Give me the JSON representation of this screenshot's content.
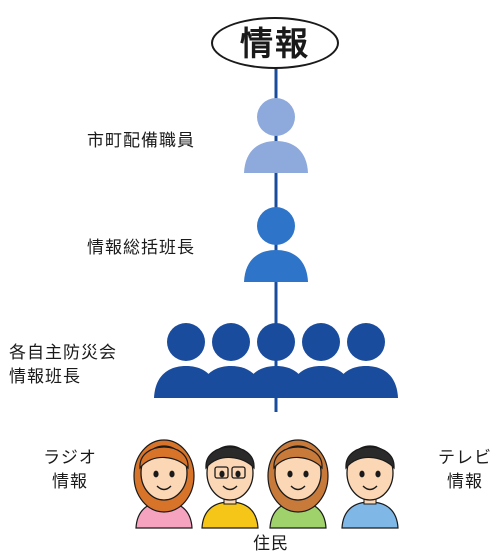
{
  "title": "情報",
  "levels": [
    {
      "label": "市町配備職員",
      "color": "#8ea9db",
      "count": 1
    },
    {
      "label": "情報総括班長",
      "color": "#2e74c8",
      "count": 1
    },
    {
      "label_lines": [
        "各自主防災会",
        "情報班長"
      ],
      "color": "#1a4c9e",
      "count": 5
    }
  ],
  "residents": {
    "label": "住民",
    "people": [
      {
        "shirt": "#f6a3c0",
        "hair": "#d8742a"
      },
      {
        "shirt": "#f5c518",
        "hair": "#2a2a2a",
        "glasses": true
      },
      {
        "shirt": "#9fd26a",
        "hair": "#c87a3a"
      },
      {
        "shirt": "#7fb8e6",
        "hair": "#2a2a2a"
      }
    ]
  },
  "sources": [
    {
      "lines": [
        "ラジオ",
        "情報"
      ]
    },
    {
      "lines": [
        "テレビ",
        "情報"
      ]
    }
  ],
  "colors": {
    "line": "#1a4c9e",
    "skin": "#fbd7b5",
    "outline": "#1a1a1a"
  }
}
